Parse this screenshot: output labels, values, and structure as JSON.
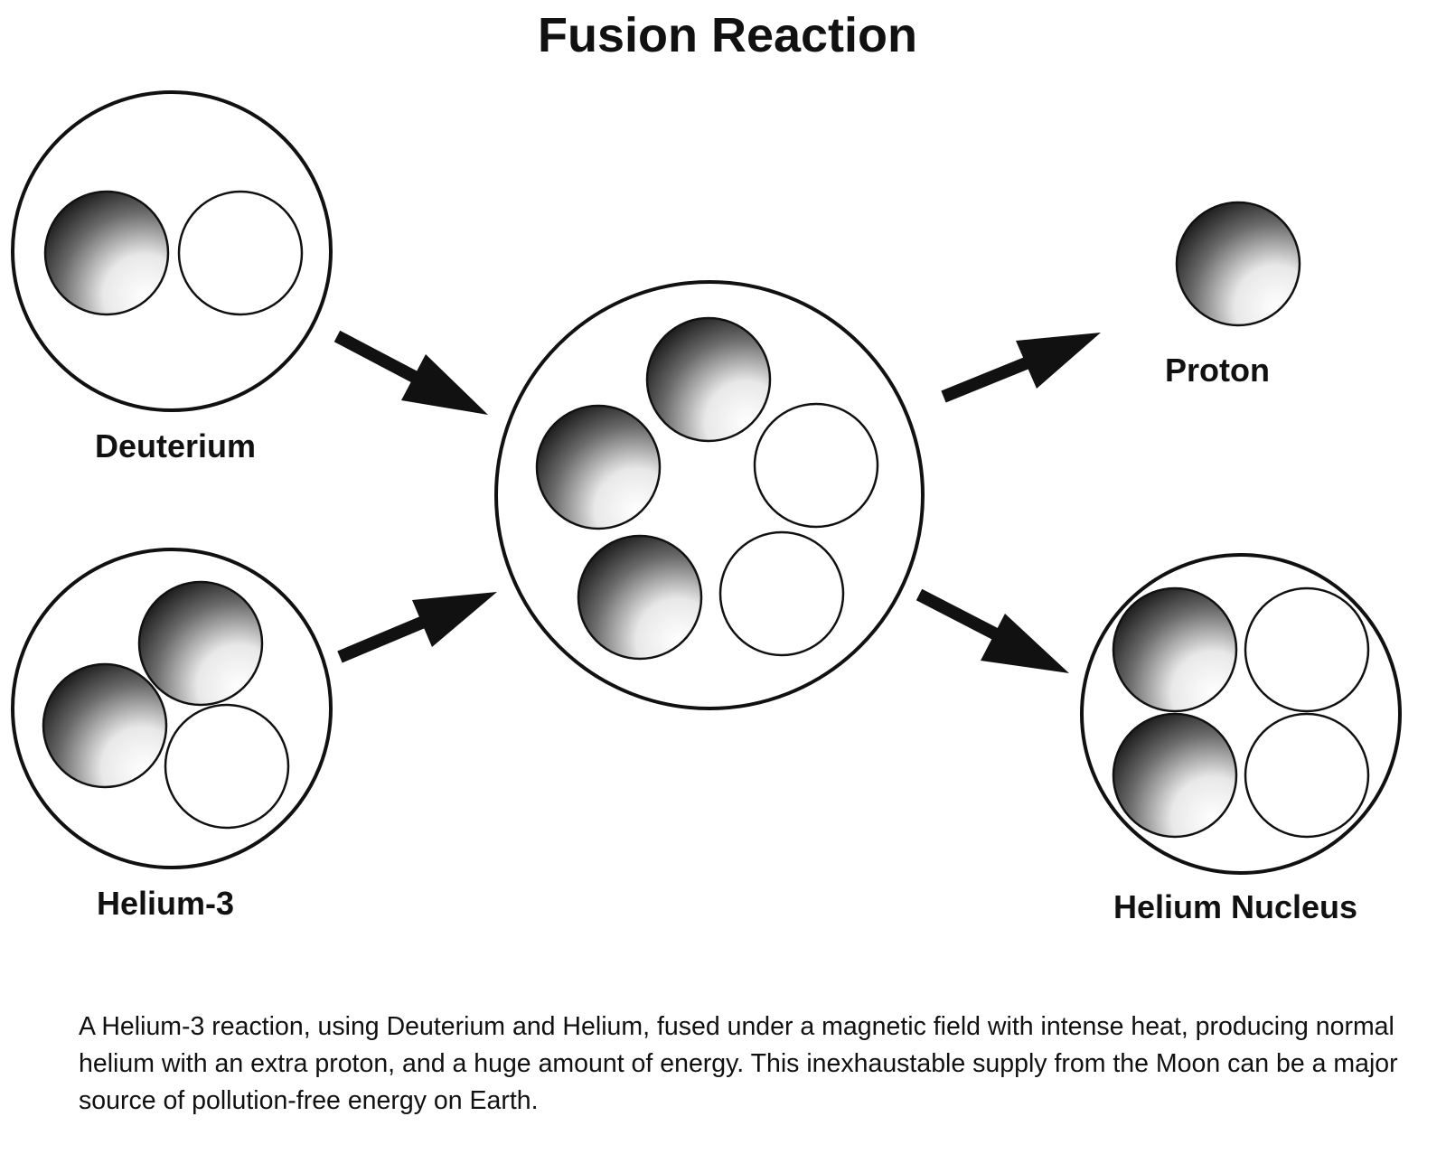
{
  "title": "Fusion Reaction",
  "labels": {
    "deuterium": "Deuterium",
    "helium3": "Helium-3",
    "proton": "Proton",
    "helium_nucleus": "Helium Nucleus"
  },
  "caption": "A Helium-3 reaction, using Deuterium and Helium, fused under a magnetic field with intense heat, producing normal helium with an extra proton, and a huge amount of energy. This inexhaustable supply from the Moon can be a major source of pollution-free energy on Earth.",
  "particles": {
    "deuterium": {
      "protons": 1,
      "neutrons": 1
    },
    "helium3": {
      "protons": 2,
      "neutrons": 1
    },
    "intermediate": {
      "protons": 3,
      "neutrons": 2
    },
    "proton": {
      "protons": 1,
      "neutrons": 0
    },
    "helium_nucleus": {
      "protons": 2,
      "neutrons": 2
    }
  },
  "colors": {
    "outline": "#111111",
    "proton_shade_dark": "#1a1a1a",
    "proton_shade_light": "#ffffff"
  }
}
